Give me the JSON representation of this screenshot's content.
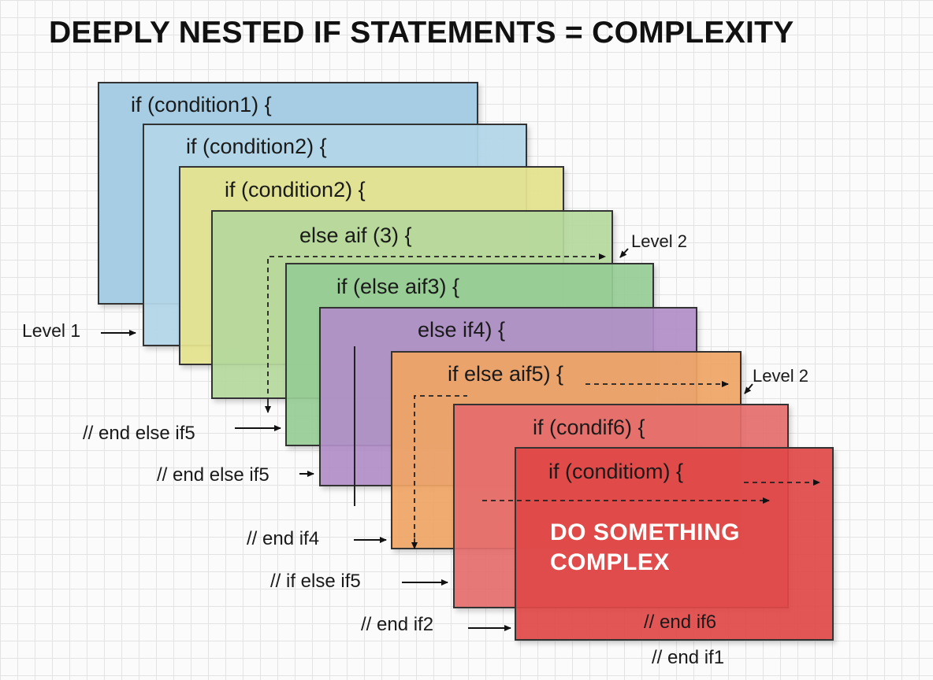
{
  "title": "DEEPLY NESTED IF STATEMENTS = COMPLEXITY",
  "panels": [
    {
      "label": "if (condition1) {",
      "color": "#a6cde3"
    },
    {
      "label": "if (condition2) {",
      "color": "#b2d6e8"
    },
    {
      "label": "if (condition2) {",
      "color": "#e4e38f"
    },
    {
      "label": "else aif (3) {",
      "color": "#b5d89c"
    },
    {
      "label": "if (else aif3) {",
      "color": "#96cc94"
    },
    {
      "label": "else if4) {",
      "color": "#b18ec8"
    },
    {
      "label": "if else aif5) {",
      "color": "#efa565"
    },
    {
      "label": "if (condif6) {",
      "color": "#e56c6c"
    },
    {
      "label": "if (conditiom) {",
      "color": "#e04848"
    }
  ],
  "core_text": [
    "DO SOMETHING",
    "COMPLEX"
  ],
  "side_labels": {
    "level1": "Level 1",
    "level2_top": "Level 2",
    "level2_mid": "Level 2",
    "end_else_if5_a": "// end else if5",
    "end_else_if5_b": "// end else if5",
    "end_if4": "// end if4",
    "if_else_if5": "// if else if5",
    "end_if2": "// end if2",
    "end_if6": "// end if6",
    "end_if1": "// end if1"
  }
}
